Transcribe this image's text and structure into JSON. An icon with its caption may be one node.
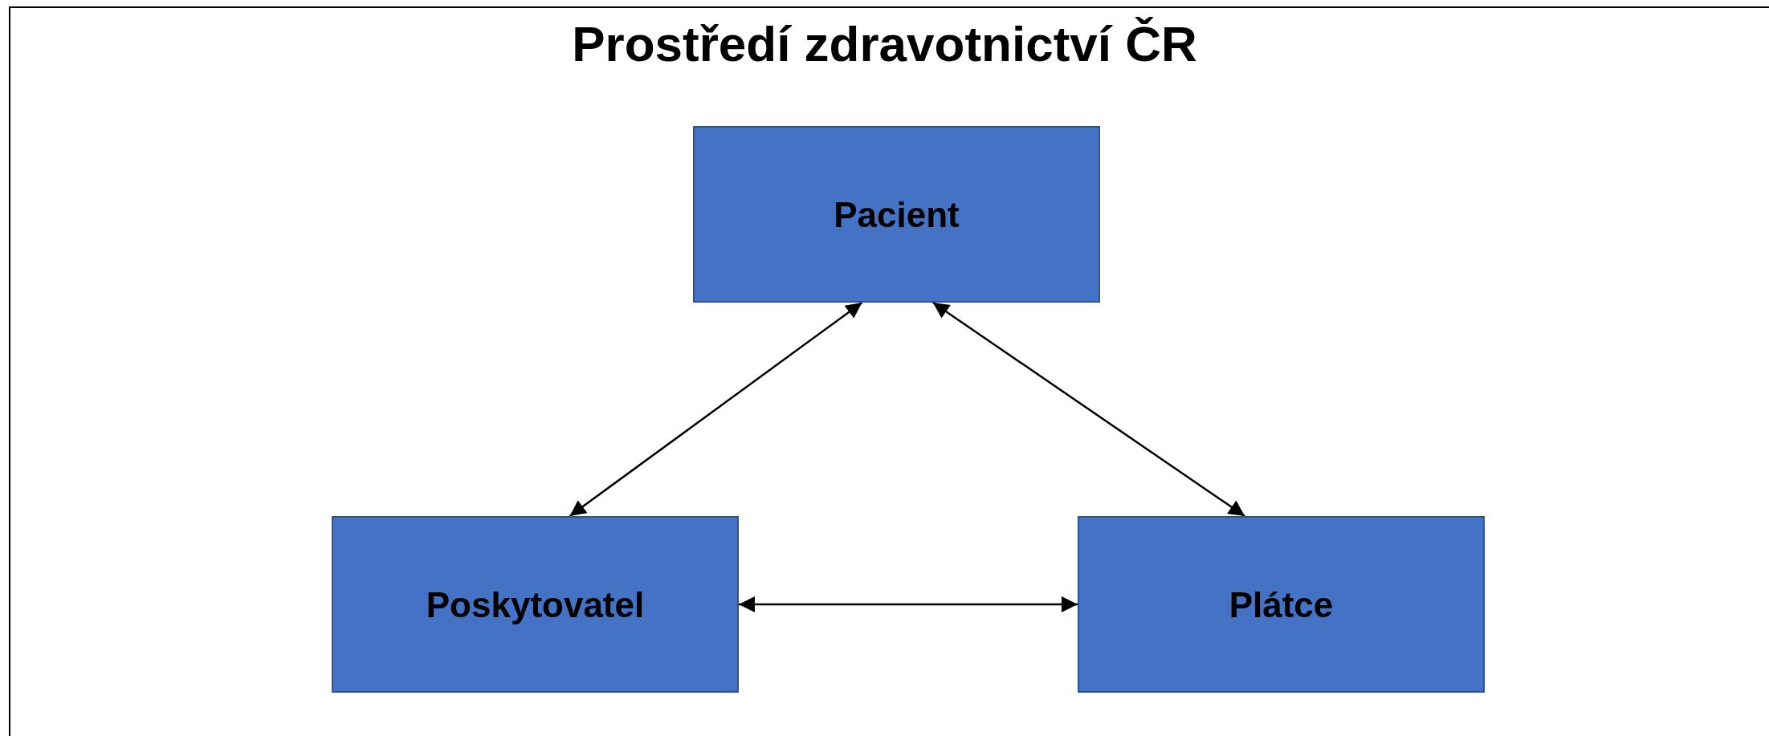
{
  "diagram": {
    "title": "Prostředí zdravotnictví ČR",
    "nodes": [
      {
        "text": [
          "Pacient"
        ]
      },
      {
        "text": [
          "Poskytovatel"
        ]
      },
      {
        "text": [
          "Plátce"
        ]
      }
    ],
    "edges": [
      {
        "from": 0,
        "to": 1,
        "arrow": "both"
      },
      {
        "from": 0,
        "to": 2,
        "arrow": "both"
      },
      {
        "from": 1,
        "to": 2,
        "arrow": "both"
      }
    ]
  }
}
